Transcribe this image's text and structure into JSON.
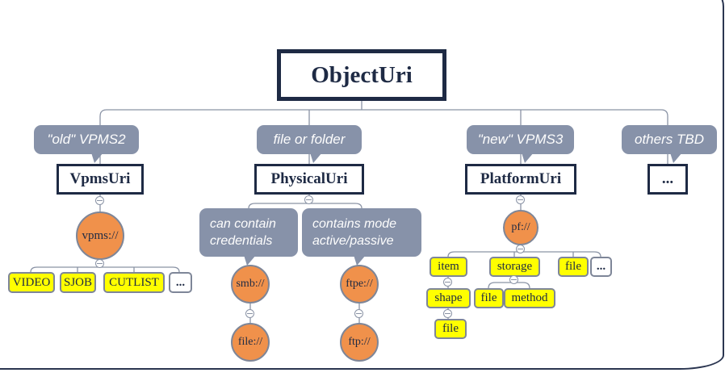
{
  "colors": {
    "navy": "#1e2a44",
    "callout_gray": "#8792a9",
    "orange": "#f0914b",
    "yellow": "#ffff00",
    "line_gray": "#8a93a5"
  },
  "root": {
    "label": "ObjectUri"
  },
  "branches": {
    "old_vpms2": {
      "callout": "\"old\" VPMS2",
      "class_name": "VpmsUri",
      "scheme": "vpms://",
      "leaves": [
        "VIDEO",
        "SJOB",
        "CUTLIST",
        "..."
      ]
    },
    "file_or_folder": {
      "callout": "file or folder",
      "class_name": "PhysicalUri",
      "protocols": [
        {
          "note": "can contain credentials",
          "scheme": "smb://",
          "sub_scheme": "file://"
        },
        {
          "note": "contains mode active/passive",
          "scheme": "ftpe://",
          "sub_scheme": "ftp://"
        }
      ]
    },
    "new_vpms3": {
      "callout": "\"new\" VPMS3",
      "class_name": "PlatformUri",
      "scheme": "pf://",
      "leaves": [
        "item",
        "storage",
        "file",
        "..."
      ],
      "item_child": "shape",
      "storage_children": [
        "file",
        "method"
      ],
      "shape_child": "file"
    },
    "others": {
      "callout": "others TBD",
      "class_name": "..."
    }
  }
}
